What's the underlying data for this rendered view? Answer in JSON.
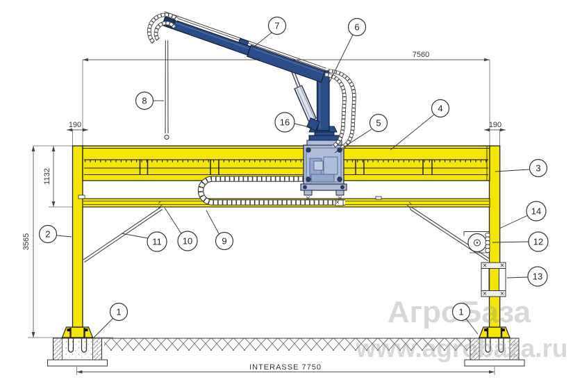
{
  "page": {
    "background": "#ffffff"
  },
  "drawing": {
    "type": "technical-drawing-gantry-crane",
    "dimensions": {
      "span_top": "7560",
      "col_w_left": "190",
      "col_w_right": "190",
      "beam_depth": "1132",
      "height": "3565",
      "wheelbase": "INTERASSE  7750"
    },
    "callouts": {
      "c1": "1",
      "c2": "2",
      "c3": "3",
      "c4": "4",
      "c5": "5",
      "c6": "6",
      "c7": "7",
      "c8": "8",
      "c9": "9",
      "c10": "10",
      "c11": "11",
      "c12": "12",
      "c13": "13",
      "c14": "14",
      "c16": "16"
    },
    "watermark": {
      "title": "АгроБаза",
      "url": "www.agrobaza.ru"
    },
    "colors": {
      "frame": "#f4e503",
      "crane": "#2a4d8a",
      "crane_dark": "#1b3866",
      "carriage": "#aebdda",
      "panel": "#93a7cc",
      "watermark": "#9a9a9a"
    }
  }
}
